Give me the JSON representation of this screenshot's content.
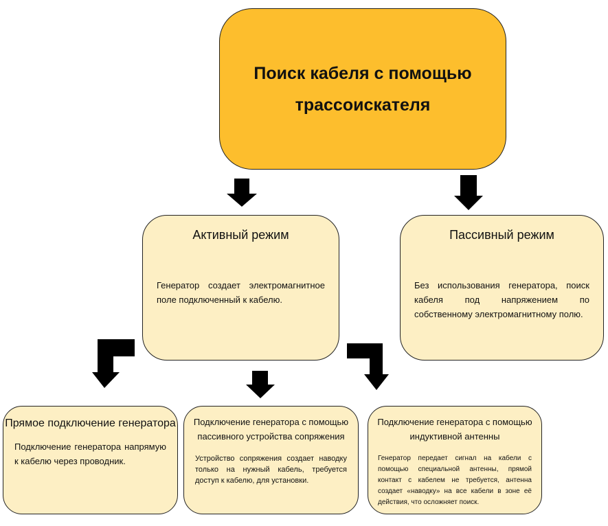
{
  "root": {
    "title": "Поиск кабеля с помощью трассоискателя"
  },
  "active_mode": {
    "title": "Активный режим",
    "text": "Генератор создает электромагнитное поле подключенный к кабелю."
  },
  "passive_mode": {
    "title": "Пассивный режим",
    "text": "Без использования генератора, поиск кабеля под напряжением по собственному электромагнитному полю."
  },
  "direct_connection": {
    "title": "Прямое подключение генератора",
    "text": "Подключение генератора напрямую к кабелю через проводник."
  },
  "passive_device": {
    "title": "Подключение генератора с помощью пассивного устройства сопряжения",
    "text": "Устройство сопряжения создает наводку только на нужный кабель, требуется доступ к кабелю, для установки."
  },
  "inductive_antenna": {
    "title": "Подключение генератора с помощью индуктивной антенны",
    "text": "Генератор передает сигнал на кабели с помощью специальной антенны, прямой контакт с кабелем не требуется, антенна создает «наводку» на все кабели в зоне её действия, что осложняет поиск."
  },
  "colors": {
    "root_fill": "#fdbe2d",
    "box_fill": "#fdefc4",
    "arrow": "#000000"
  }
}
